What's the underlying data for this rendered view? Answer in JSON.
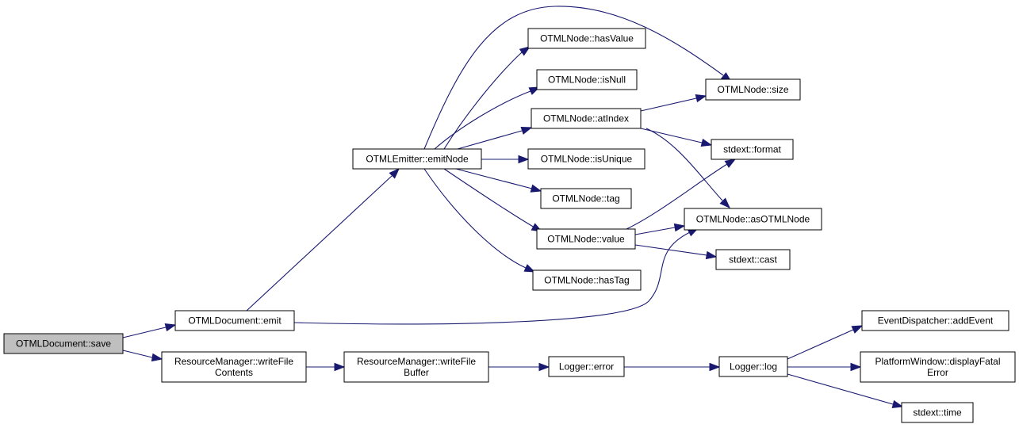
{
  "diagram": {
    "type": "call-graph",
    "nodes": [
      {
        "id": "save",
        "lines": [
          "OTMLDocument::save"
        ],
        "root": true
      },
      {
        "id": "emit",
        "lines": [
          "OTMLDocument::emit"
        ]
      },
      {
        "id": "writeFileContents",
        "lines": [
          "ResourceManager::writeFile",
          "Contents"
        ]
      },
      {
        "id": "emitNode",
        "lines": [
          "OTMLEmitter::emitNode"
        ]
      },
      {
        "id": "writeFileBuffer",
        "lines": [
          "ResourceManager::writeFile",
          "Buffer"
        ]
      },
      {
        "id": "hasValue",
        "lines": [
          "OTMLNode::hasValue"
        ]
      },
      {
        "id": "isNull",
        "lines": [
          "OTMLNode::isNull"
        ]
      },
      {
        "id": "atIndex",
        "lines": [
          "OTMLNode::atIndex"
        ]
      },
      {
        "id": "isUnique",
        "lines": [
          "OTMLNode::isUnique"
        ]
      },
      {
        "id": "tag",
        "lines": [
          "OTMLNode::tag"
        ]
      },
      {
        "id": "value",
        "lines": [
          "OTMLNode::value"
        ]
      },
      {
        "id": "hasTag",
        "lines": [
          "OTMLNode::hasTag"
        ]
      },
      {
        "id": "size",
        "lines": [
          "OTMLNode::size"
        ]
      },
      {
        "id": "format",
        "lines": [
          "stdext::format"
        ]
      },
      {
        "id": "asOTMLNode",
        "lines": [
          "OTMLNode::asOTMLNode"
        ]
      },
      {
        "id": "cast",
        "lines": [
          "stdext::cast"
        ]
      },
      {
        "id": "error",
        "lines": [
          "Logger::error"
        ]
      },
      {
        "id": "log",
        "lines": [
          "Logger::log"
        ]
      },
      {
        "id": "addEvent",
        "lines": [
          "EventDispatcher::addEvent"
        ]
      },
      {
        "id": "displayFatalError",
        "lines": [
          "PlatformWindow::displayFatal",
          "Error"
        ]
      },
      {
        "id": "time",
        "lines": [
          "stdext::time"
        ]
      }
    ],
    "edges": [
      {
        "from": "save",
        "to": "emit"
      },
      {
        "from": "save",
        "to": "writeFileContents"
      },
      {
        "from": "emit",
        "to": "emitNode"
      },
      {
        "from": "emit",
        "to": "asOTMLNode"
      },
      {
        "from": "emitNode",
        "to": "hasValue"
      },
      {
        "from": "emitNode",
        "to": "isNull"
      },
      {
        "from": "emitNode",
        "to": "atIndex"
      },
      {
        "from": "emitNode",
        "to": "isUnique"
      },
      {
        "from": "emitNode",
        "to": "tag"
      },
      {
        "from": "emitNode",
        "to": "value"
      },
      {
        "from": "emitNode",
        "to": "hasTag"
      },
      {
        "from": "emitNode",
        "to": "size"
      },
      {
        "from": "atIndex",
        "to": "size"
      },
      {
        "from": "atIndex",
        "to": "format"
      },
      {
        "from": "atIndex",
        "to": "asOTMLNode"
      },
      {
        "from": "value",
        "to": "format"
      },
      {
        "from": "value",
        "to": "asOTMLNode"
      },
      {
        "from": "value",
        "to": "cast"
      },
      {
        "from": "writeFileContents",
        "to": "writeFileBuffer"
      },
      {
        "from": "writeFileBuffer",
        "to": "error"
      },
      {
        "from": "error",
        "to": "log"
      },
      {
        "from": "log",
        "to": "addEvent"
      },
      {
        "from": "log",
        "to": "displayFatalError"
      },
      {
        "from": "log",
        "to": "time"
      }
    ]
  }
}
